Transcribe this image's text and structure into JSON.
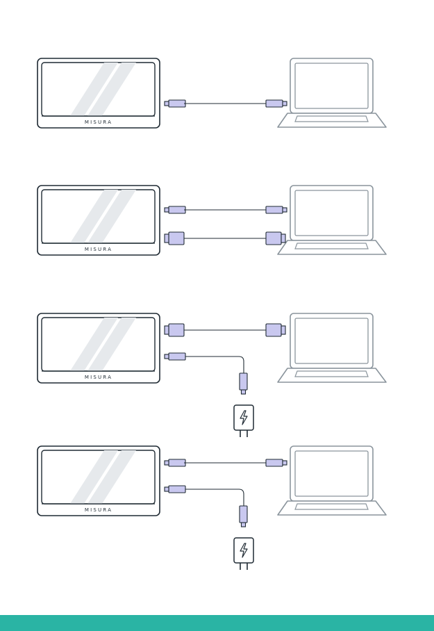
{
  "brand_label": "MISURA",
  "colors": {
    "outline": "#1f2a33",
    "connector_fill": "#c9c8ef",
    "accent_bar": "#2ab4a4",
    "laptop_outline": "#8a949c",
    "screen_reflection": "#e6e9ec"
  },
  "setups": [
    {
      "name": "single-usb-c",
      "cables": [
        {
          "type": "usb-c",
          "from": "monitor",
          "to": "laptop"
        }
      ],
      "has_power_adapter": false
    },
    {
      "name": "usb-c-plus-hdmi",
      "cables": [
        {
          "type": "usb-c",
          "from": "monitor",
          "to": "laptop"
        },
        {
          "type": "hdmi",
          "from": "monitor",
          "to": "laptop"
        }
      ],
      "has_power_adapter": false
    },
    {
      "name": "hdmi-plus-power",
      "cables": [
        {
          "type": "hdmi",
          "from": "monitor",
          "to": "laptop"
        },
        {
          "type": "usb-c",
          "from": "monitor",
          "to": "power-adapter"
        }
      ],
      "has_power_adapter": true
    },
    {
      "name": "usb-c-plus-power",
      "cables": [
        {
          "type": "usb-c",
          "from": "monitor",
          "to": "laptop"
        },
        {
          "type": "usb-c",
          "from": "monitor",
          "to": "power-adapter"
        }
      ],
      "has_power_adapter": true
    }
  ],
  "power_icon": "lightning-bolt-icon"
}
